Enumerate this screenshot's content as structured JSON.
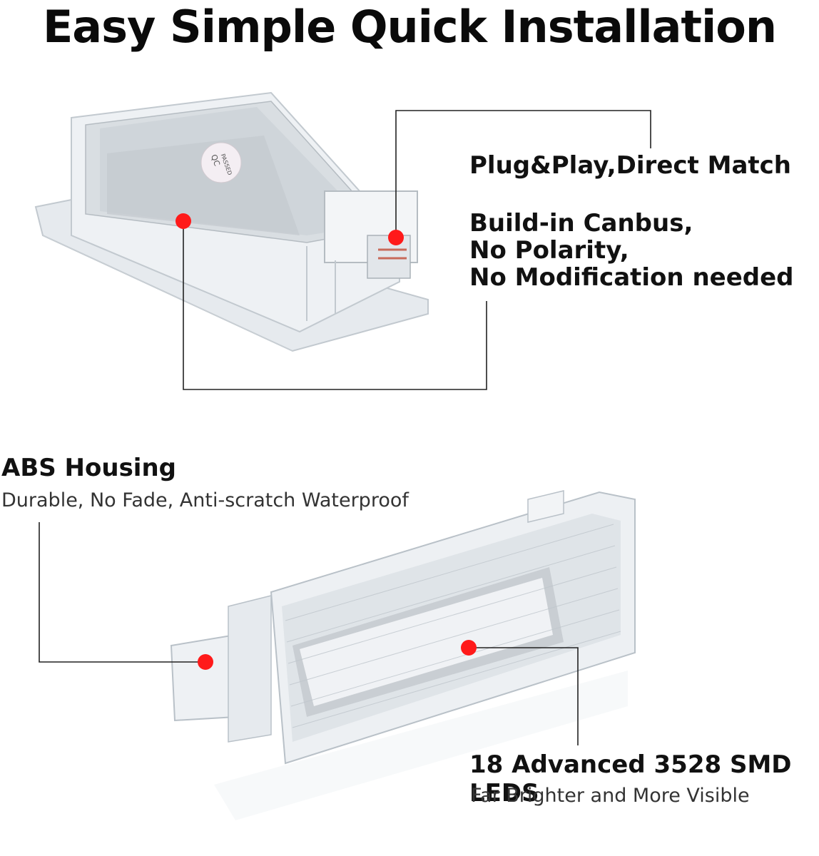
{
  "title": "Easy Simple Quick Installation",
  "callouts": {
    "plug": "Plug&Play,Direct Match",
    "canbus_lines": [
      "Build-in Canbus,",
      "No Polarity,",
      "No Modification needed"
    ],
    "abs_title": "ABS Housing",
    "abs_sub": "Durable, No Fade, Anti-scratch Waterproof",
    "leds_title": "18 Advanced 3528 SMD LEDS",
    "leds_sub": "Far Brighter and More Visible"
  },
  "sticker": {
    "line1": "QC",
    "line2": "PASSED"
  },
  "colors": {
    "marker": "#ff1a1a",
    "line": "#222222",
    "housing": "#e9edf0",
    "housing_edge": "#b9c1c8"
  }
}
